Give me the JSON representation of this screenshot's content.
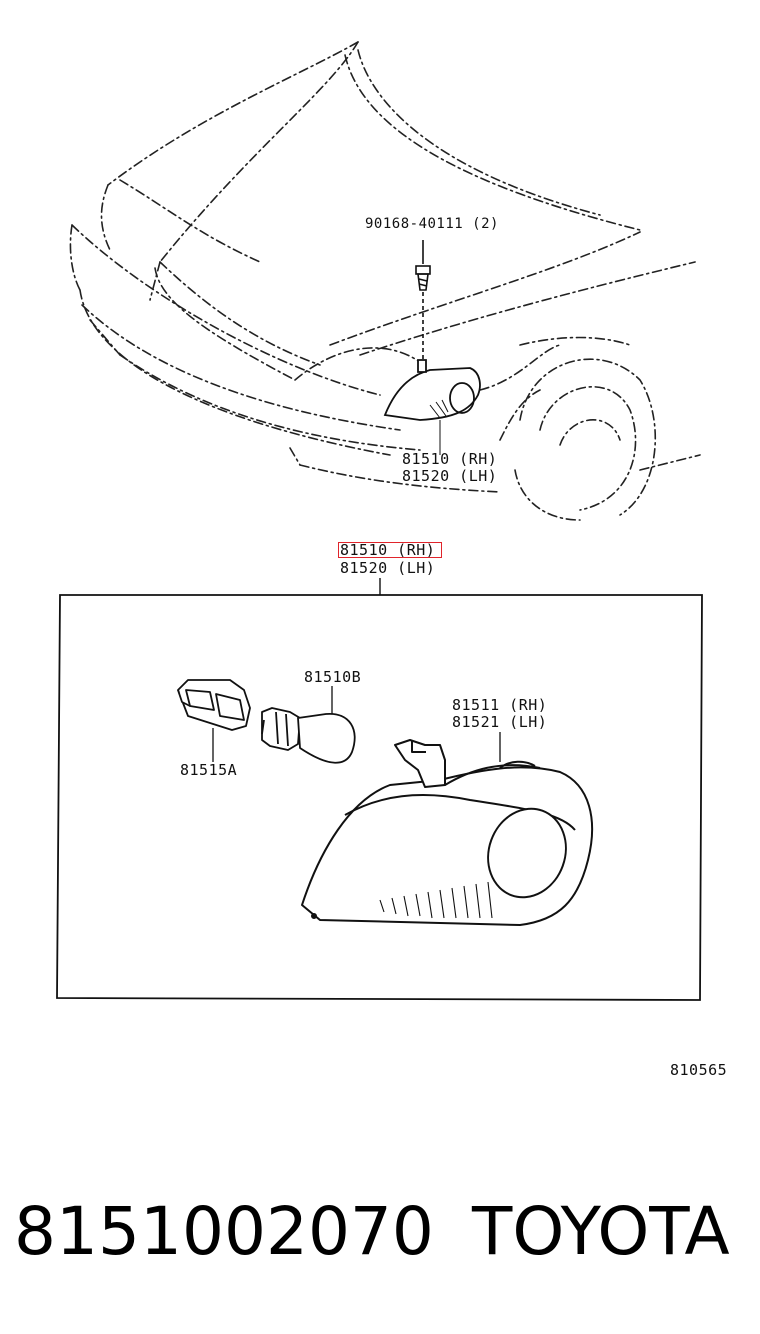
{
  "overview": {
    "fastener_label": "90168-40111 (2)",
    "lamp_rh_label": "81510 (RH)",
    "lamp_lh_label": "81520 (LH)"
  },
  "detail": {
    "assy_rh_label": "81510 (RH)",
    "assy_lh_label": "81520 (LH)",
    "bulb_label": "81510B",
    "socket_label": "81515A",
    "unit_rh_label": "81511 (RH)",
    "unit_lh_label": "81521 (LH)"
  },
  "highlight": {
    "color": "#e0242b",
    "target": "81510 (RH)"
  },
  "diagram_code": "810565",
  "footer": {
    "part_number": "8151002070",
    "brand": "TOYOTA"
  }
}
